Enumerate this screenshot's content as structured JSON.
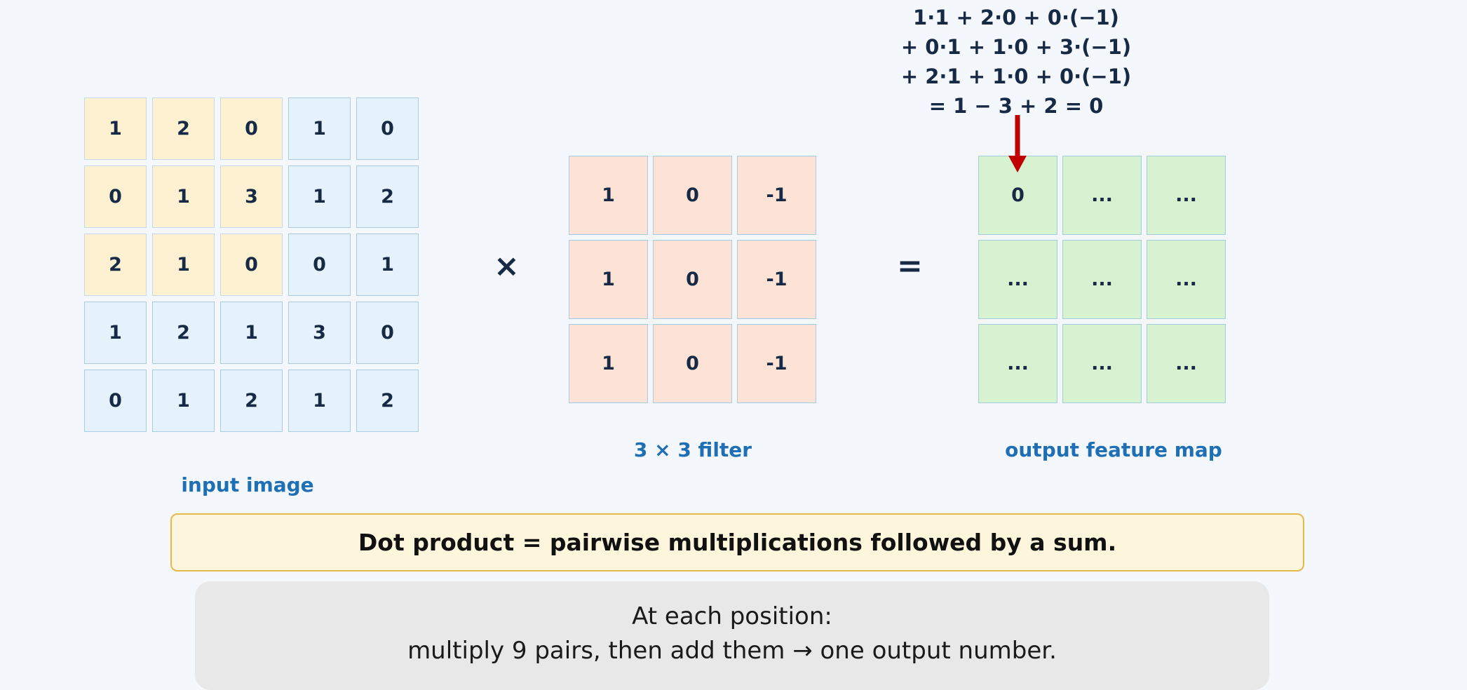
{
  "input_image": {
    "label": "input image",
    "rows": [
      [
        "1",
        "2",
        "0",
        "1",
        "0"
      ],
      [
        "0",
        "1",
        "3",
        "1",
        "2"
      ],
      [
        "2",
        "1",
        "0",
        "0",
        "1"
      ],
      [
        "1",
        "2",
        "1",
        "3",
        "0"
      ],
      [
        "0",
        "1",
        "2",
        "1",
        "2"
      ]
    ],
    "highlight_size": 3
  },
  "multiply_symbol": "×",
  "filter": {
    "label": "3 × 3 filter",
    "rows": [
      [
        "1",
        "0",
        "-1"
      ],
      [
        "1",
        "0",
        "-1"
      ],
      [
        "1",
        "0",
        "-1"
      ]
    ]
  },
  "equals_symbol": "=",
  "output": {
    "label": "output feature map",
    "rows": [
      [
        "0",
        "...",
        "..."
      ],
      [
        "...",
        "...",
        "..."
      ],
      [
        "...",
        "...",
        "..."
      ]
    ]
  },
  "equation_lines": [
    "1·1 + 2·0 + 0·(−1)",
    "+ 0·1 + 1·0 + 3·(−1)",
    "+ 2·1 + 1·0 + 0·(−1)",
    "= 1 − 3 + 2 = 0"
  ],
  "callout": "Dot product = pairwise multiplications followed by a sum.",
  "note_lines": [
    "At each position:",
    "multiply 9 pairs, then add them → one output number."
  ],
  "colors": {
    "input_cell": "#e6f2fb",
    "input_highlight": "#fdf1d2",
    "filter_cell": "#fce3d6",
    "output_cell": "#d7f2d1",
    "arrow": "#c00000",
    "label": "#1f6fb4"
  }
}
